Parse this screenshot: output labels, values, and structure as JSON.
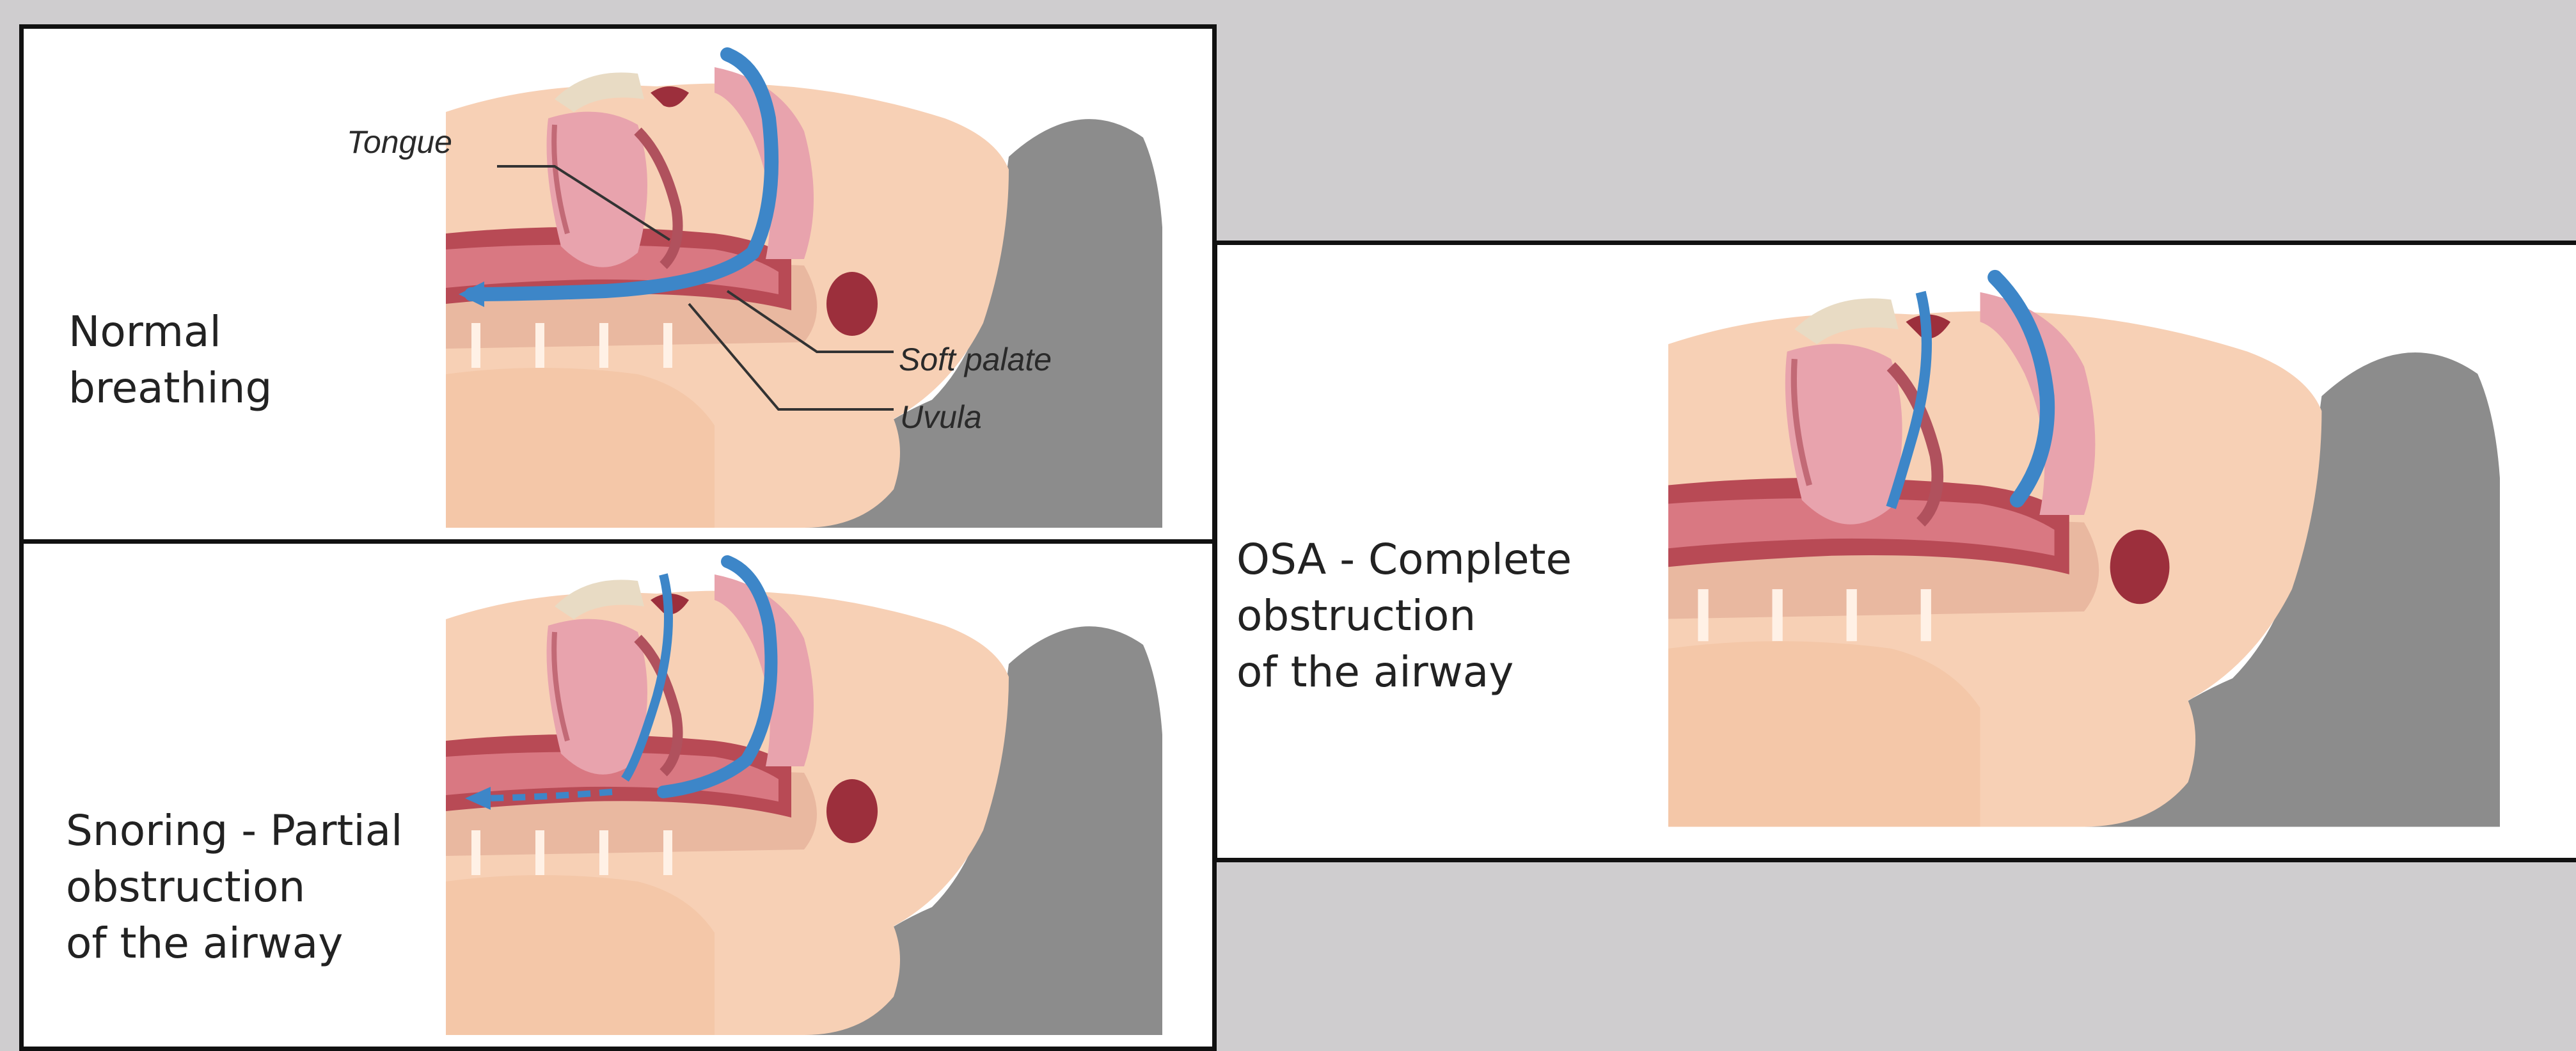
{
  "panels": {
    "normal": {
      "caption": "Normal\nbreathing"
    },
    "snoring": {
      "caption": "Snoring - Partial\nobstruction\nof the airway"
    },
    "osa": {
      "caption": "OSA - Complete\nobstruction\nof the airway"
    }
  },
  "labels": {
    "tongue": "Tongue",
    "soft_palate": "Soft palate",
    "uvula": "Uvula"
  },
  "colors": {
    "background": "#cfcdcf",
    "skin": "#f7d0b5",
    "tissue": "#e8a3ad",
    "pillow": "#8c8c8c",
    "airflow": "#3d86c8"
  }
}
